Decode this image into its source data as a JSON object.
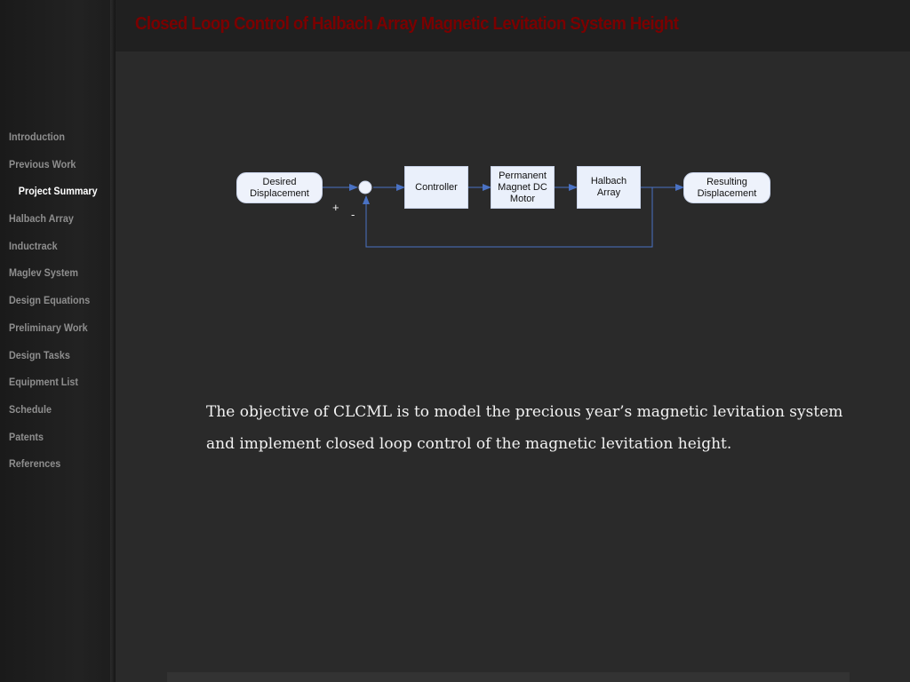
{
  "header": {
    "title": "Closed Loop Control of Halbach Array Magnetic Levitation System Height"
  },
  "nav": {
    "items": [
      {
        "label": "Introduction",
        "active": false
      },
      {
        "label": "Previous Work",
        "active": false
      },
      {
        "label": "Project Summary",
        "active": true
      },
      {
        "label": "Halbach Array",
        "active": false
      },
      {
        "label": "Inductrack",
        "active": false
      },
      {
        "label": "Maglev System",
        "active": false
      },
      {
        "label": "Design Equations",
        "active": false
      },
      {
        "label": "Preliminary Work",
        "active": false
      },
      {
        "label": "Design Tasks",
        "active": false
      },
      {
        "label": "Equipment List",
        "active": false
      },
      {
        "label": "Schedule",
        "active": false
      },
      {
        "label": "Patents",
        "active": false
      },
      {
        "label": "References",
        "active": false
      }
    ]
  },
  "diagram": {
    "desired": [
      "Desired",
      "Displacement"
    ],
    "controller": [
      "Controller"
    ],
    "motor": [
      "Permanent",
      "Magnet DC",
      "Motor"
    ],
    "halbach": [
      "Halbach",
      "Array"
    ],
    "result": [
      "Resulting",
      "Displacement"
    ],
    "plus": "+",
    "minus": "-"
  },
  "description": {
    "line1": "The objective of CLCML is to model the precious year’s magnetic levitation system",
    "line2": "and implement closed loop control of the magnetic levitation height."
  },
  "colors": {
    "title": "#7a0000",
    "arrow": "#4a72c4",
    "block_fill": "#eaf0fb"
  }
}
